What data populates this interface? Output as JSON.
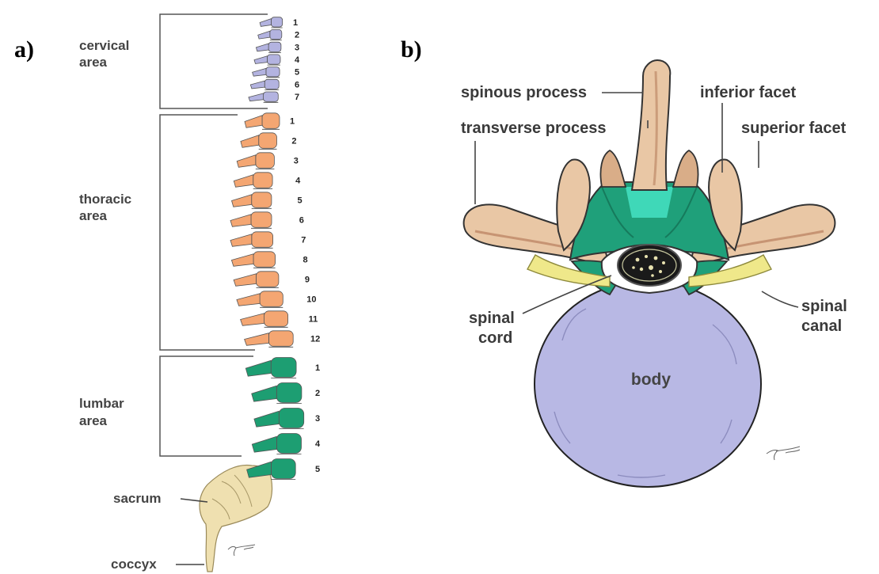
{
  "panels": {
    "a": {
      "letter": "a)"
    },
    "b": {
      "letter": "b)"
    }
  },
  "spine": {
    "regions": [
      {
        "key": "cervical",
        "line1": "cervical",
        "line2": "area",
        "color": "#b3b3e0",
        "count": 7
      },
      {
        "key": "thoracic",
        "line1": "thoracic",
        "line2": "area",
        "color": "#f4a672",
        "count": 12
      },
      {
        "key": "lumbar",
        "line1": "lumbar",
        "line2": "area",
        "color": "#1d9e72",
        "count": 5
      }
    ],
    "sacrum_label": "sacrum",
    "coccyx_label": "coccyx",
    "sacrum_color": "#efe0b0"
  },
  "vertebra_view": {
    "labels": {
      "spinous_process": "spinous process",
      "inferior_facet": "inferior facet",
      "transverse_process": "transverse process",
      "superior_facet": "superior facet",
      "spinal_cord_1": "spinal",
      "spinal_cord_2": "cord",
      "spinal_canal_1": "spinal",
      "spinal_canal_2": "canal",
      "body": "body"
    },
    "colors": {
      "body": "#b8b8e4",
      "bone": "#e9c7a5",
      "bone_shadow": "#b87f5e",
      "facet_green": "#1fa07a",
      "nerve_yellow": "#efe88a"
    }
  }
}
